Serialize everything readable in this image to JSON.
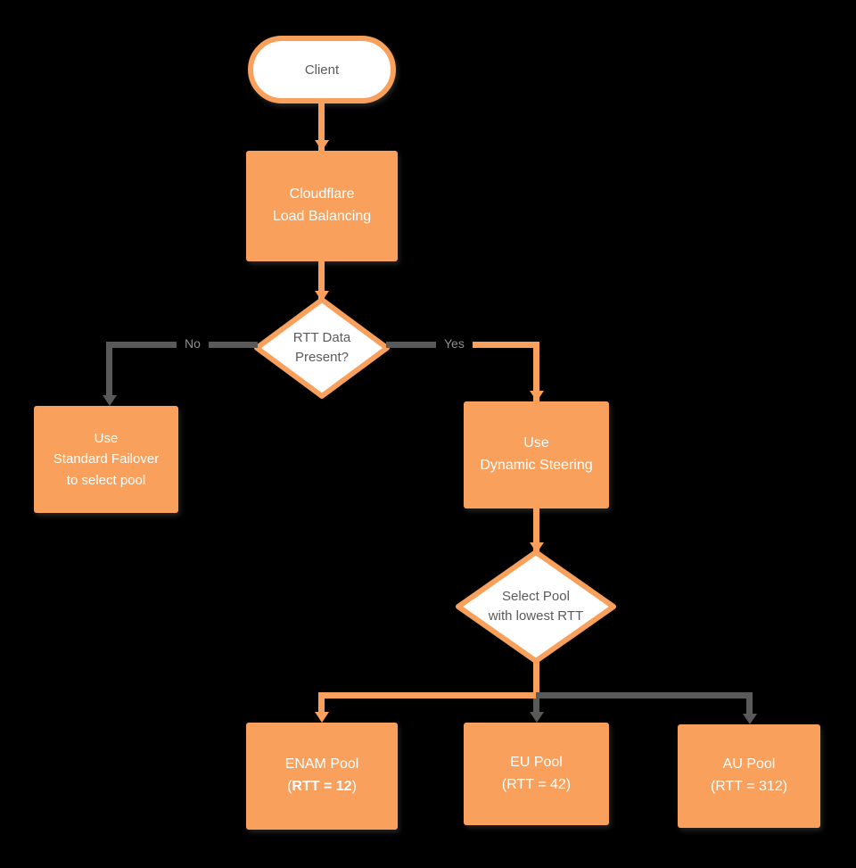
{
  "colors": {
    "background": "#000000",
    "orange": "#f9a15c",
    "line-gray": "#595959",
    "shape-fill": "#ffffff",
    "dark-text": "#5b5b5b",
    "light-text": "#ffffff",
    "branch-label-text": "#8f8f8f"
  },
  "nodes": {
    "client": {
      "label": "Client"
    },
    "cloudflare_lb": {
      "line1": "Cloudflare",
      "line2": "Load Balancing"
    },
    "rtt_decision": {
      "line1": "RTT Data",
      "line2": "Present?"
    },
    "standard_failover": {
      "line1": "Use",
      "line2": "Standard Failover",
      "line3": "to select pool"
    },
    "dynamic_steering": {
      "line1": "Use",
      "line2": "Dynamic Steering"
    },
    "select_pool_decision": {
      "line1": "Select Pool",
      "line2": "with lowest RTT"
    },
    "enam_pool": {
      "line1": "ENAM Pool",
      "rtt_open": "(",
      "rtt_value": "RTT = 12",
      "rtt_close": ")"
    },
    "eu_pool": {
      "line1": "EU Pool",
      "line2": "(RTT = 42)"
    },
    "au_pool": {
      "line1": "AU Pool",
      "line2": "(RTT = 312)"
    }
  },
  "branch_labels": {
    "no": "No",
    "yes": "Yes"
  }
}
